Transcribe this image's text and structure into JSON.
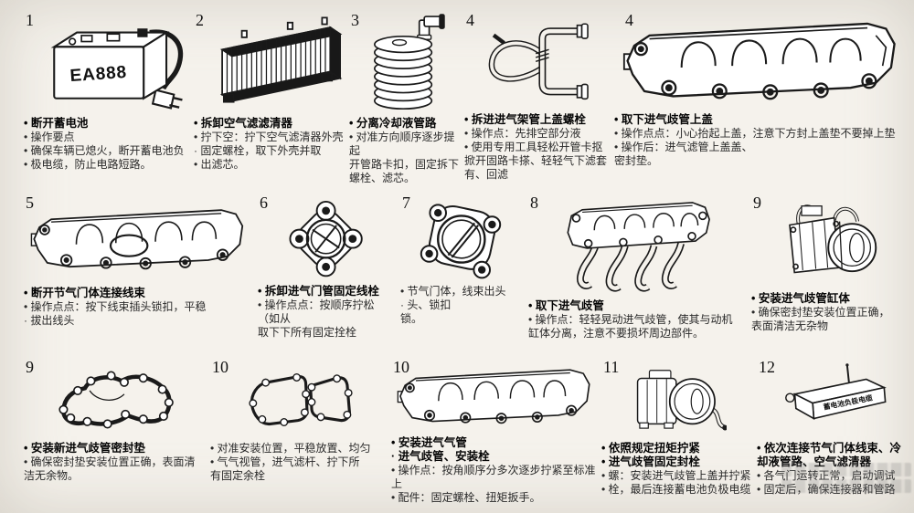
{
  "colors": {
    "background": "#f5f2ec",
    "ink": "#1a1a1a"
  },
  "steps": [
    {
      "num": "1",
      "battery_label": "EA888",
      "title": "• 断开蓄电池",
      "lines": [
        "• 操作要点",
        "• 确保车辆已熄火，断开蓄电池负",
        "• 极电缆，防止电路短路。"
      ]
    },
    {
      "num": "2",
      "title": "• 拆卸空气滤滤清器",
      "lines": [
        "• 拧下空：拧下空气滤清器外壳",
        "· 固定螺栓，取下外壳并取",
        "• 出滤芯。"
      ]
    },
    {
      "num": "3",
      "title": "• 分离冷却液管路",
      "lines": [
        "• 对准方向顺序逐步提起",
        "开管路卡扣，固定拆下",
        "螺栓、滤芯。"
      ]
    },
    {
      "num": "4",
      "title": "• 拆进进气架管上盖螺栓",
      "lines": [
        "• 操作点：先排空部分液",
        "• 使用专用工具轻松开管卡抠",
        "掀开固路卡搽、轻轻气下滤套",
        "有、回滤"
      ]
    },
    {
      "num": "4",
      "title": "• 取下进气歧管上盖",
      "lines": [
        "• 操作点点：小心抬起上盖，注意下方封上盖垫不要掉上垫",
        "• 操作后：进气滤管上盖盖、",
        "密封垫。"
      ]
    },
    {
      "num": "5",
      "title": "• 断开节气门体连接线束",
      "lines": [
        "• 操作点点：按下线束插头锁扣，平稳",
        "· 拔出线头"
      ]
    },
    {
      "num": "6",
      "title": "• 拆卸进气门管固定线栓",
      "lines": [
        "• 操作点点：按顺序拧松（如从",
        "取下下所有固定拴栓"
      ]
    },
    {
      "num": "7",
      "lines": [
        "• 节气门体，线束出头",
        "· 头、锁扣",
        "锁。"
      ]
    },
    {
      "num": "8",
      "title": "• 取下进气歧管",
      "lines": [
        "• 操作点：轻轻晃动进气歧管，使其与动机",
        "缸体分离，注意不要损坏周边部件。"
      ]
    },
    {
      "num": "9",
      "title": "• 安装进气歧管缸体",
      "lines": [
        "• 确保密封垫安装位置正确，",
        "表面清洁无杂物"
      ]
    },
    {
      "num": "9",
      "title": "• 安装新进气歧管密封垫",
      "lines": [
        "• 确保密封垫安装位置正确，表面清",
        "洁无余物。"
      ]
    },
    {
      "num": "10",
      "lines": [
        "• 对准安装位置，平稳放置、均匀",
        "• 气气视管，进气滤杆、拧下所",
        "有固定余栓"
      ]
    },
    {
      "num": "10",
      "title": "• 安装进气气管",
      "title2": "· 进气歧管、安装栓",
      "lines": [
        "• 操作点：按角顺序分多次逐步拧紧至标准上",
        "• 配件：固定螺栓、扭矩扳手。"
      ]
    },
    {
      "num": "11",
      "title": "• 依照规定扭矩拧紧",
      "title2": "• 进气歧管固定封栓",
      "lines": [
        "• 螺：安装进气歧管上盖并拧紧",
        "• 栓，最后连接蓄电池负极电缆"
      ]
    },
    {
      "num": "12",
      "title": "• 依次连接节气门体线束、冷",
      "title2": "却液管路、空气滤清器",
      "box_label": "蓄电池负极电缆",
      "lines": [
        "• 各气门运转正常，启动调试",
        "• 固定后，确保连接器和管路"
      ]
    }
  ]
}
